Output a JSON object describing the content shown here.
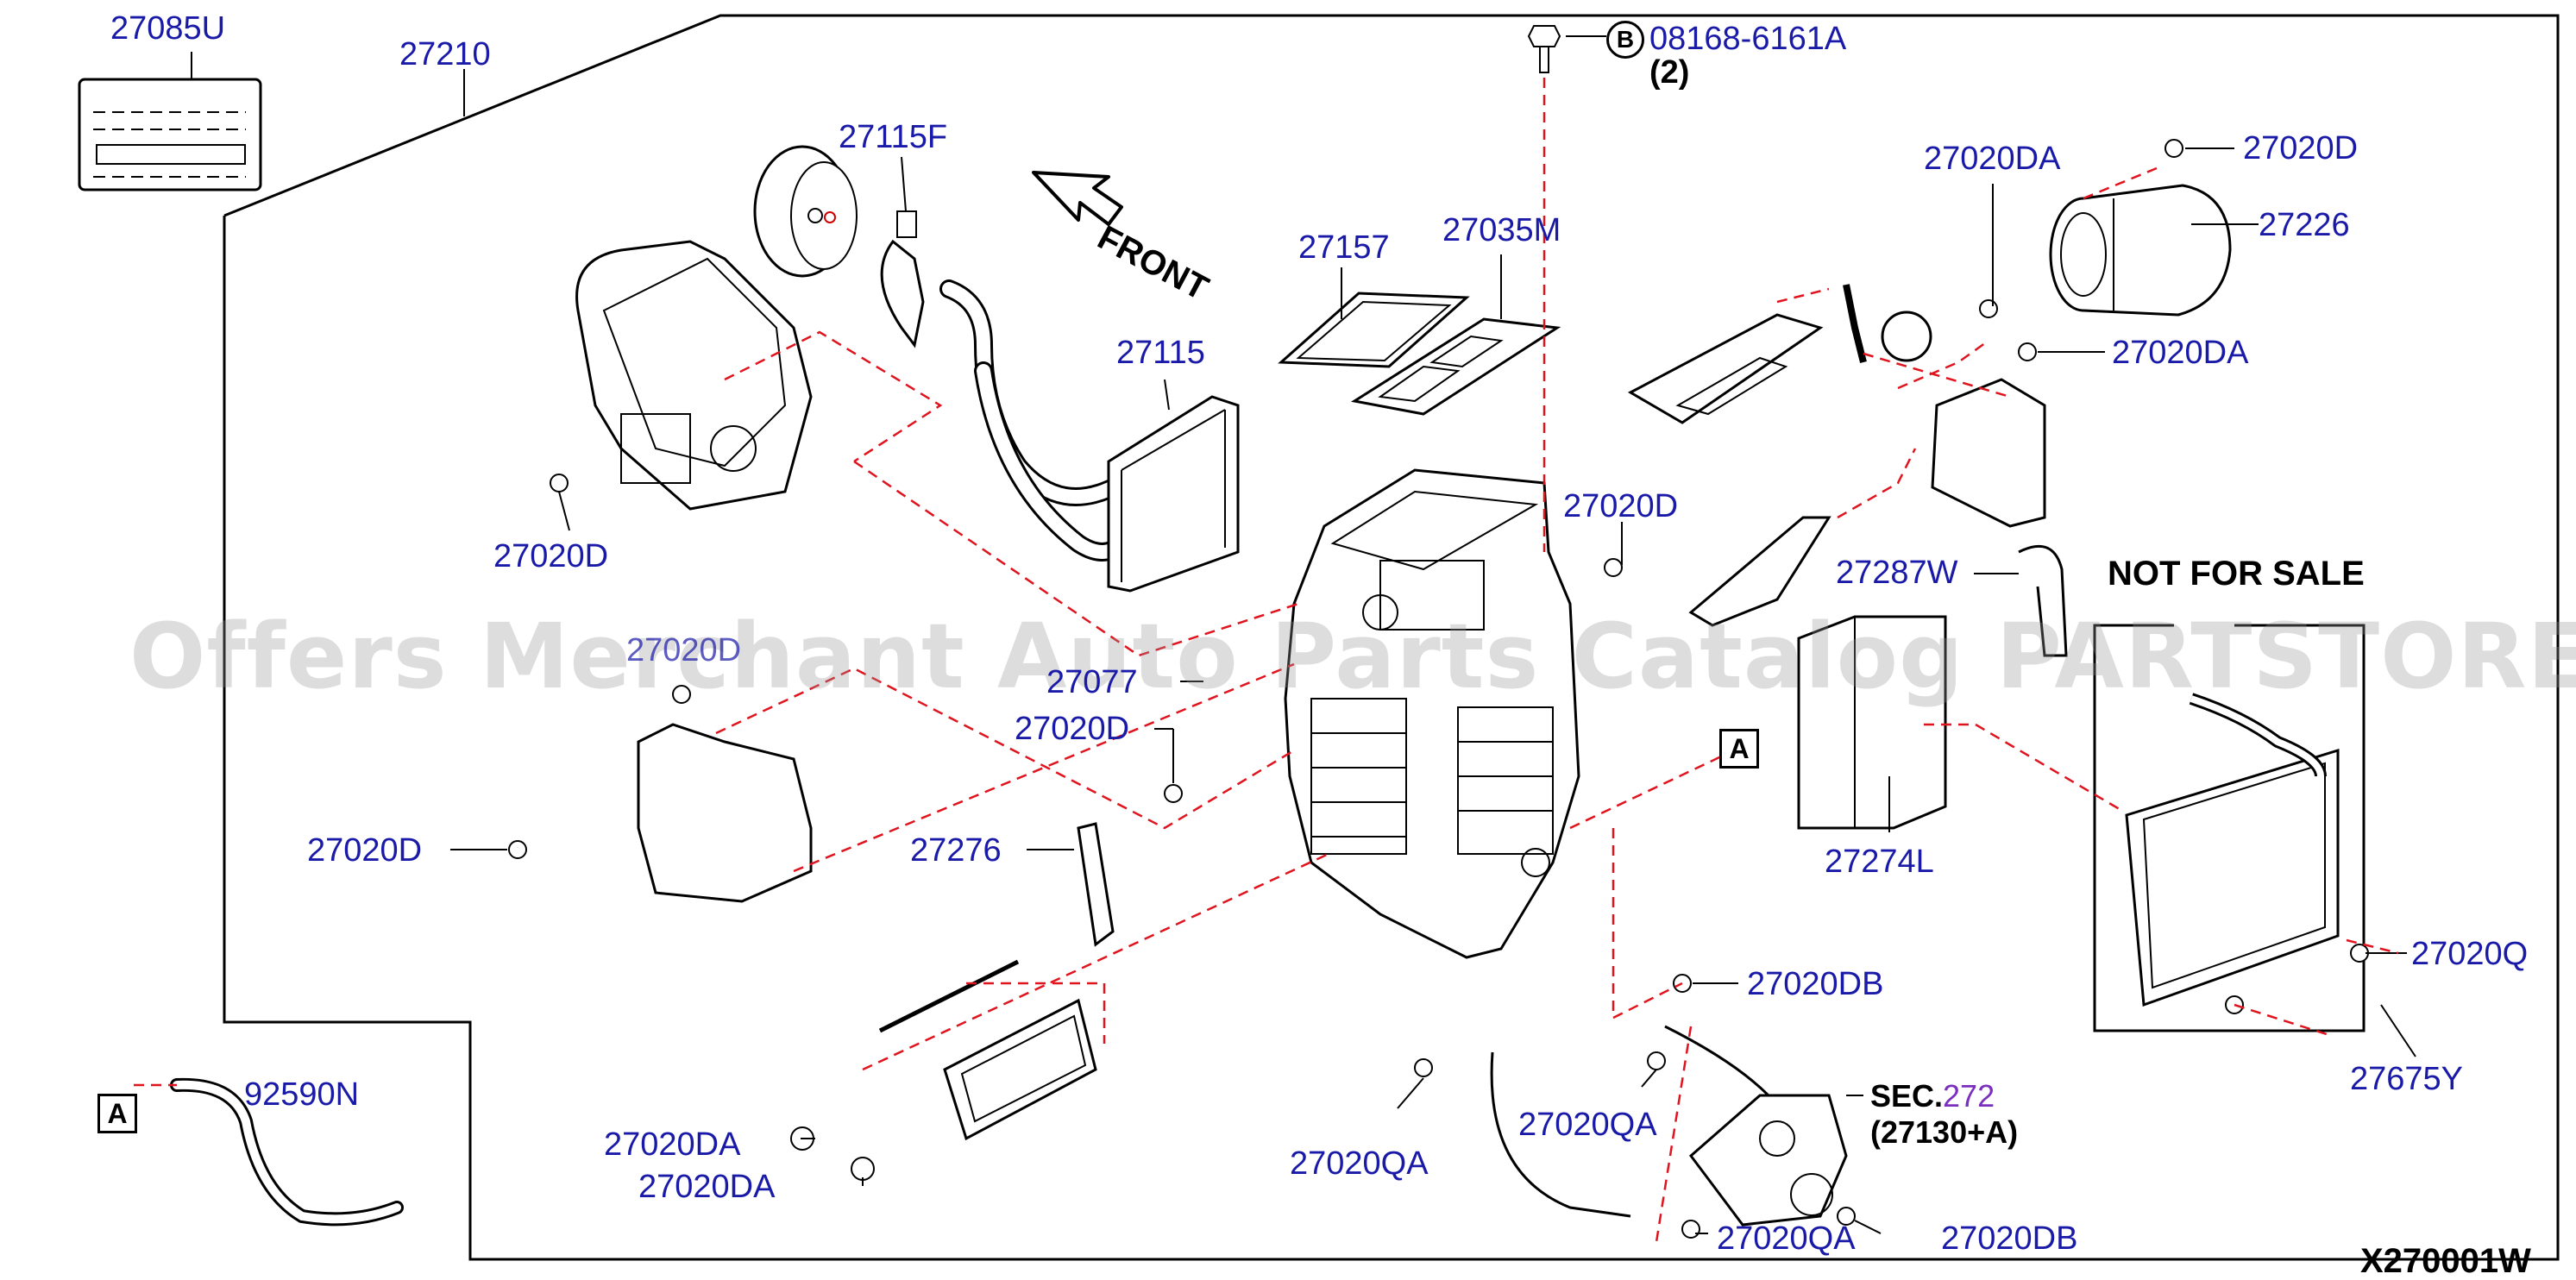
{
  "labels": {
    "p27085U": "27085U",
    "p27210": "27210",
    "p27115F": "27115F",
    "front": "FRONT",
    "p27157": "27157",
    "p27035M": "27035M",
    "p27115": "27115",
    "p08168": "08168-6161A",
    "qty2": "(2)",
    "b_mark": "B",
    "p27020DA_top": "27020DA",
    "p27020D_top": "27020D",
    "p27226": "27226",
    "p27020DA_r": "27020DA",
    "p27020D_left": "27020D",
    "p27020D_center": "27020D",
    "p27287W": "27287W",
    "not_for_sale": "NOT FOR SALE",
    "p27020D_obsc": "27020D",
    "p27077": "27077",
    "p27020D_mid": "27020D",
    "tag_a": "A",
    "p27020D_low": "27020D",
    "p27276": "27276",
    "p27274L": "27274L",
    "p27020Q": "27020Q",
    "p27020DB_mid": "27020DB",
    "p27675Y": "27675Y",
    "p92590N": "92590N",
    "sec_prefix": "SEC.",
    "sec_num": "272",
    "sec_sub": "(27130+A)",
    "p27020QA_1": "27020QA",
    "p27020QA_2": "27020QA",
    "p27020DA_b1": "27020DA",
    "p27020DA_b2": "27020DA",
    "p27020QA_3": "27020QA",
    "p27020DB_low": "27020DB",
    "diagram_code": "X270001W"
  },
  "watermark": "Offers Merchant Auto Parts Catalog PARTSTORE.SA",
  "colors": {
    "label": "#1a1aa8",
    "leader": "#000000",
    "dashed": "#e0141e",
    "sec_highlight": "#7b2fbf",
    "watermark": "#969696"
  },
  "icons": [
    "label-sticker-icon",
    "blower-fan-icon",
    "front-arrow-icon",
    "screw-icon",
    "heater-core-icon",
    "evaporator-icon",
    "filter-icon",
    "actuator-motor-icon",
    "hose-icon"
  ]
}
